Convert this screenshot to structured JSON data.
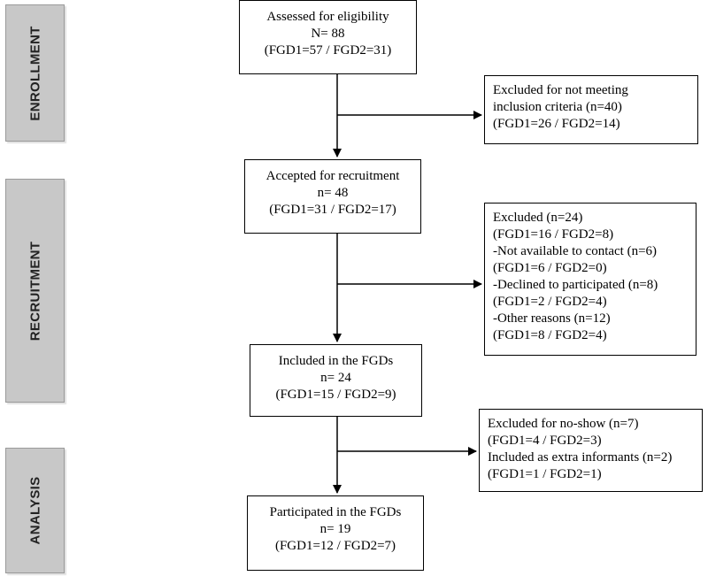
{
  "phases": {
    "enrollment": "ENROLLMENT",
    "recruitment": "RECRUITMENT",
    "analysis": "ANALYSIS"
  },
  "boxes": {
    "assessed": [
      "Assessed for eligibility",
      "N= 88",
      "(FGD1=57 / FGD2=31)"
    ],
    "accepted": [
      "Accepted for recruitment",
      "n= 48",
      "(FGD1=31 / FGD2=17)"
    ],
    "included": [
      "Included in the FGDs",
      "n= 24",
      "(FGD1=15 / FGD2=9)"
    ],
    "participated": [
      "Participated in the FGDs",
      "n= 19",
      "(FGD1=12 / FGD2=7)"
    ],
    "excluded_criteria": [
      "Excluded for not meeting",
      "inclusion criteria (n=40)",
      "(FGD1=26 / FGD2=14)"
    ],
    "excluded_recruitment": [
      "Excluded (n=24)",
      "(FGD1=16 / FGD2=8)",
      "-Not available to contact (n=6)",
      "(FGD1=6 / FGD2=0)",
      "-Declined to participated (n=8)",
      "(FGD1=2 / FGD2=4)",
      "-Other reasons (n=12)",
      "(FGD1=8 / FGD2=4)"
    ],
    "excluded_noshow": [
      "Excluded for no-show (n=7)",
      "(FGD1=4 / FGD2=3)",
      "Included as extra informants (n=2)",
      "(FGD1=1 / FGD2=1)"
    ]
  }
}
